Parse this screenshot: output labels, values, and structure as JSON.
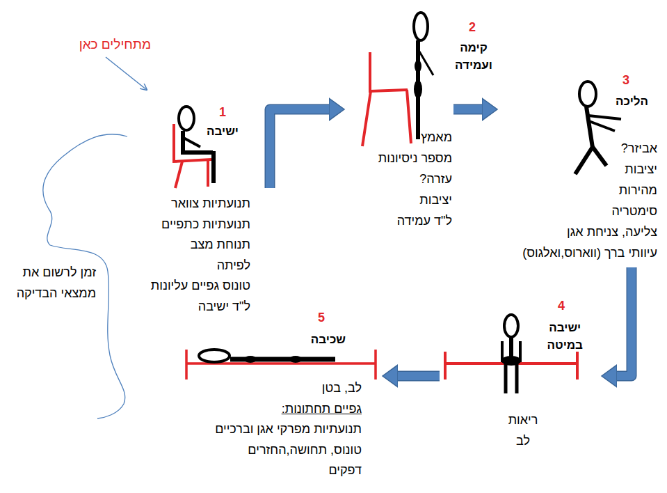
{
  "diagram": {
    "nodes": [
      {
        "text": [
          "1",
          "ישיבה",
          "תנועתיות צוואר",
          "תנועתיות כתפיים",
          "תנוחת מצב",
          "לפיתה",
          "טונוס גפיים עליונות",
          "ל\"ד ישיבה"
        ]
      },
      {
        "text": [
          "2",
          "קימה ועמידה",
          "מאמץ",
          "מספר ניסיונות",
          "עזרה?",
          "יציבות",
          "ל\"ד עמידה"
        ]
      },
      {
        "text": [
          "3",
          "הליכה",
          "אביזר?",
          "יציבות",
          "מהירות",
          "סימטריה",
          "צליעה, צניחת אגן",
          "עיוותי ברך (ווארוס,ואלגוס)"
        ]
      },
      {
        "text": [
          "4",
          "ישיבה במיטה",
          "ריאות",
          "לב"
        ]
      },
      {
        "text": [
          "5",
          "שכיבה",
          "לב, בטן",
          "גפיים תחתונות:",
          "תנועתיות מפרקי אגן וברכיים",
          "טונוס, תחושה,החזרים",
          "דפקים"
        ]
      }
    ],
    "edges": [
      {
        "from": 0,
        "to": 1,
        "arrow": "to"
      },
      {
        "from": 1,
        "to": 2,
        "arrow": "to"
      },
      {
        "from": 2,
        "to": 3,
        "arrow": "to"
      },
      {
        "from": 3,
        "to": 4,
        "arrow": "to"
      }
    ],
    "labels": [
      "מתחילים כאן",
      "זמן לרשום את ממצאי הבדיקה"
    ]
  }
}
